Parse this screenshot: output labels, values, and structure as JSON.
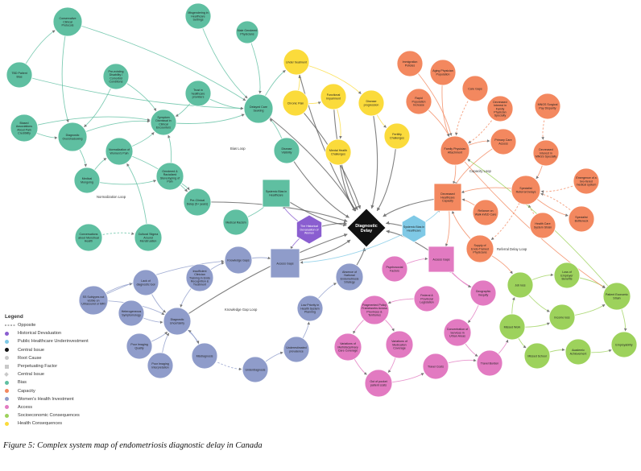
{
  "colors": {
    "bias": "#5fbfa1",
    "capacity": "#f3885f",
    "womens_health_investment": "#8f9cca",
    "access": "#e27ac1",
    "socioeconomic": "#9dd25c",
    "health_consequences": "#fbdb3b",
    "historical_devaluation": "#8a5ed0",
    "public_healthcare_underinvestment": "#7fc9e6",
    "central_issue": "#111111"
  },
  "nodes": [
    {
      "id": "n1",
      "label": "Conservative Clinical Protocols",
      "group": "bias"
    },
    {
      "id": "n2",
      "label": "Misgendering in Healthcare Settings",
      "group": "bias"
    },
    {
      "id": "n3",
      "label": "Male Gendered Physicians",
      "group": "bias"
    },
    {
      "id": "n4",
      "label": "TBD Patient Bias",
      "group": "bias"
    },
    {
      "id": "n5",
      "label": "Pre-existing Disability / Comorbid Conditions",
      "group": "bias"
    },
    {
      "id": "n6",
      "label": "Trust in healthcare providers",
      "group": "bias"
    },
    {
      "id": "n7",
      "label": "Delayed Care Seeking",
      "group": "bias"
    },
    {
      "id": "n8",
      "label": "Biased Associations About Pain Credibility",
      "group": "bias"
    },
    {
      "id": "n9",
      "label": "Symptom Dismissal in Clinical Encounters",
      "group": "bias"
    },
    {
      "id": "n10",
      "label": "Diagnostic Overshadowing",
      "group": "bias"
    },
    {
      "id": "n11",
      "label": "Normalization of Women's Pain",
      "group": "bias"
    },
    {
      "id": "n12",
      "label": "Disease Visibility",
      "group": "bias"
    },
    {
      "id": "n13",
      "label": "Medical Mongoing",
      "group": "bias"
    },
    {
      "id": "n14",
      "label": "Gendered & Racialized Stereotyping of Pain",
      "group": "bias"
    },
    {
      "id": "n15",
      "label": "Systemic Bias in Healthcare",
      "group": "bias"
    },
    {
      "id": "n16",
      "label": "Pre-Clinical Delay (5+ years)",
      "group": "bias"
    },
    {
      "id": "n17",
      "label": "Medical Racism",
      "group": "bias"
    },
    {
      "id": "n18",
      "label": "Conversations about Menstrual Health",
      "group": "bias"
    },
    {
      "id": "n19",
      "label": "Cultural Stigma Around Menstruation",
      "group": "bias"
    },
    {
      "id": "n20",
      "label": "Under treatment",
      "group": "health_consequences"
    },
    {
      "id": "n21",
      "label": "Chronic Pain",
      "group": "health_consequences"
    },
    {
      "id": "n22",
      "label": "Functional Impairment",
      "group": "health_consequences"
    },
    {
      "id": "n23",
      "label": "Disease progression",
      "group": "health_consequences"
    },
    {
      "id": "n24",
      "label": "Mental Health Challenges",
      "group": "health_consequences"
    },
    {
      "id": "n25",
      "label": "Fertility Challenges",
      "group": "health_consequences"
    },
    {
      "id": "n26",
      "label": "Immigration Policies",
      "group": "capacity"
    },
    {
      "id": "n27",
      "label": "Aging Physician Population",
      "group": "capacity"
    },
    {
      "id": "n28",
      "label": "Rapid Population Increase",
      "group": "capacity"
    },
    {
      "id": "n29",
      "label": "Care Gaps",
      "group": "capacity"
    },
    {
      "id": "n30",
      "label": "Decreased Interest in Family Physician Specialty",
      "group": "capacity"
    },
    {
      "id": "n31",
      "label": "MNGS Surgical Pay Disparity",
      "group": "capacity"
    },
    {
      "id": "n32",
      "label": "Family Physician Attachment",
      "group": "capacity"
    },
    {
      "id": "n33",
      "label": "Primary Care Access",
      "group": "capacity"
    },
    {
      "id": "n34",
      "label": "Decreased Interest in MNGS Specialty",
      "group": "capacity"
    },
    {
      "id": "n35",
      "label": "Specialist Referral Delays",
      "group": "capacity"
    },
    {
      "id": "n36",
      "label": "Emergence of a two-tiered medical system",
      "group": "capacity"
    },
    {
      "id": "n37",
      "label": "Decreased Healthcare Capacity",
      "group": "capacity"
    },
    {
      "id": "n38",
      "label": "Reliance on Walk-in/ED Care",
      "group": "capacity"
    },
    {
      "id": "n39",
      "label": "Health Care System Strain",
      "group": "capacity"
    },
    {
      "id": "n40",
      "label": "Specialist Bottleneck",
      "group": "capacity"
    },
    {
      "id": "n41",
      "label": "Supply of Endo-Trained Physicians",
      "group": "capacity"
    },
    {
      "id": "n42",
      "label": "Knowledge Gaps",
      "group": "womens_health_investment"
    },
    {
      "id": "n43",
      "label": "Access Gaps",
      "group": "womens_health_investment"
    },
    {
      "id": "n44",
      "label": "Insufficient Clinician Training in Endo Recognition & Treatment",
      "group": "womens_health_investment"
    },
    {
      "id": "n45",
      "label": "Lack of diagnostic tool",
      "group": "womens_health_investment"
    },
    {
      "id": "n46",
      "label": "SS Subtypes not visible on Ultrasound or MRI",
      "group": "womens_health_investment"
    },
    {
      "id": "n47",
      "label": "Heterogeneous Symptomology",
      "group": "womens_health_investment"
    },
    {
      "id": "n48",
      "label": "Diagnostic Uncertainty",
      "group": "womens_health_investment"
    },
    {
      "id": "n49",
      "label": "Poor Imaging Quality",
      "group": "womens_health_investment"
    },
    {
      "id": "n50",
      "label": "Poor Imaging Interpretation",
      "group": "womens_health_investment"
    },
    {
      "id": "n51",
      "label": "Misdiagnosis",
      "group": "womens_health_investment"
    },
    {
      "id": "n52",
      "label": "Underdiagnosis",
      "group": "womens_health_investment"
    },
    {
      "id": "n53",
      "label": "Underestimated prevalence",
      "group": "womens_health_investment"
    },
    {
      "id": "n54",
      "label": "Low Priority in Health System Planning",
      "group": "womens_health_investment"
    },
    {
      "id": "n55",
      "label": "Absence of National Endometriosis Strategy",
      "group": "womens_health_investment"
    },
    {
      "id": "n56",
      "label": "Access Gaps",
      "group": "access"
    },
    {
      "id": "n57",
      "label": "Psychosocial Factors",
      "group": "access"
    },
    {
      "id": "n58",
      "label": "Federal & Provincial Legislation",
      "group": "access"
    },
    {
      "id": "n59",
      "label": "Geographic Inequity",
      "group": "access"
    },
    {
      "id": "n60",
      "label": "Fragmented Policy Frameworks Across Provinces & Territories",
      "group": "access"
    },
    {
      "id": "n61",
      "label": "Concentration of Services in Urban Areas",
      "group": "access"
    },
    {
      "id": "n62",
      "label": "Variations of Multidisciplinary Care Coverage",
      "group": "access"
    },
    {
      "id": "n63",
      "label": "Variations of Medication Coverage",
      "group": "access"
    },
    {
      "id": "n64",
      "label": "Travel Costs",
      "group": "access"
    },
    {
      "id": "n65",
      "label": "Travel Burden",
      "group": "access"
    },
    {
      "id": "n66",
      "label": "Out of pocket patient costs",
      "group": "access"
    },
    {
      "id": "n67",
      "label": "Job loss",
      "group": "socioeconomic"
    },
    {
      "id": "n68",
      "label": "Loss of Employer Benefits",
      "group": "socioeconomic"
    },
    {
      "id": "n69",
      "label": "Patient Economic Strain",
      "group": "socioeconomic"
    },
    {
      "id": "n70",
      "label": "Income loss",
      "group": "socioeconomic"
    },
    {
      "id": "n71",
      "label": "Missed Work",
      "group": "socioeconomic"
    },
    {
      "id": "n72",
      "label": "Employability",
      "group": "socioeconomic"
    },
    {
      "id": "n73",
      "label": "Missed School",
      "group": "socioeconomic"
    },
    {
      "id": "n74",
      "label": "Academic Achievement",
      "group": "socioeconomic"
    },
    {
      "id": "n75",
      "label": "The Historical Devaluation of Women",
      "group": "historical_devaluation"
    },
    {
      "id": "n76",
      "label": "Systemic Bias in Healthcare",
      "group": "public_healthcare_underinvestment"
    },
    {
      "id": "n77",
      "label": "Diagnostic Delay",
      "group": "central_issue"
    }
  ],
  "loop_labels": [
    "Bias Loop",
    "Normalization Loop",
    "Capacity Loop",
    "Referral Delay Loop",
    "Knowledge Gap Loop"
  ],
  "legend": {
    "title": "Legend",
    "items": [
      {
        "label": "Opposite",
        "symbol": "dashed-line"
      },
      {
        "label": "Historical Devaluation",
        "symbol": "dot",
        "color": "#8a5ed0"
      },
      {
        "label": "Public Healthcare Underinvestment",
        "symbol": "dot",
        "color": "#7fc9e6"
      },
      {
        "label": "Central Issue",
        "symbol": "dot",
        "color": "#111111"
      },
      {
        "label": "Root Cause",
        "symbol": "dot",
        "color": "#c9c9c9"
      },
      {
        "label": "Perpetuating Factor",
        "symbol": "square",
        "color": "#c9c9c9"
      },
      {
        "label": "Central Issue",
        "symbol": "diamond",
        "color": "#c9c9c9"
      },
      {
        "label": "Bias",
        "symbol": "dot",
        "color": "#5fbfa1"
      },
      {
        "label": "Capacity",
        "symbol": "dot",
        "color": "#f3885f"
      },
      {
        "label": "Women's Health Investment",
        "symbol": "dot",
        "color": "#8f9cca"
      },
      {
        "label": "Access",
        "symbol": "dot",
        "color": "#e27ac1"
      },
      {
        "label": "Socioeconomic Consequences",
        "symbol": "dot",
        "color": "#9dd25c"
      },
      {
        "label": "Health Consequences",
        "symbol": "dot",
        "color": "#fbdb3b"
      }
    ]
  },
  "caption": "Figure 5: Complex system map of endometriosis diagnostic delay in Canada"
}
